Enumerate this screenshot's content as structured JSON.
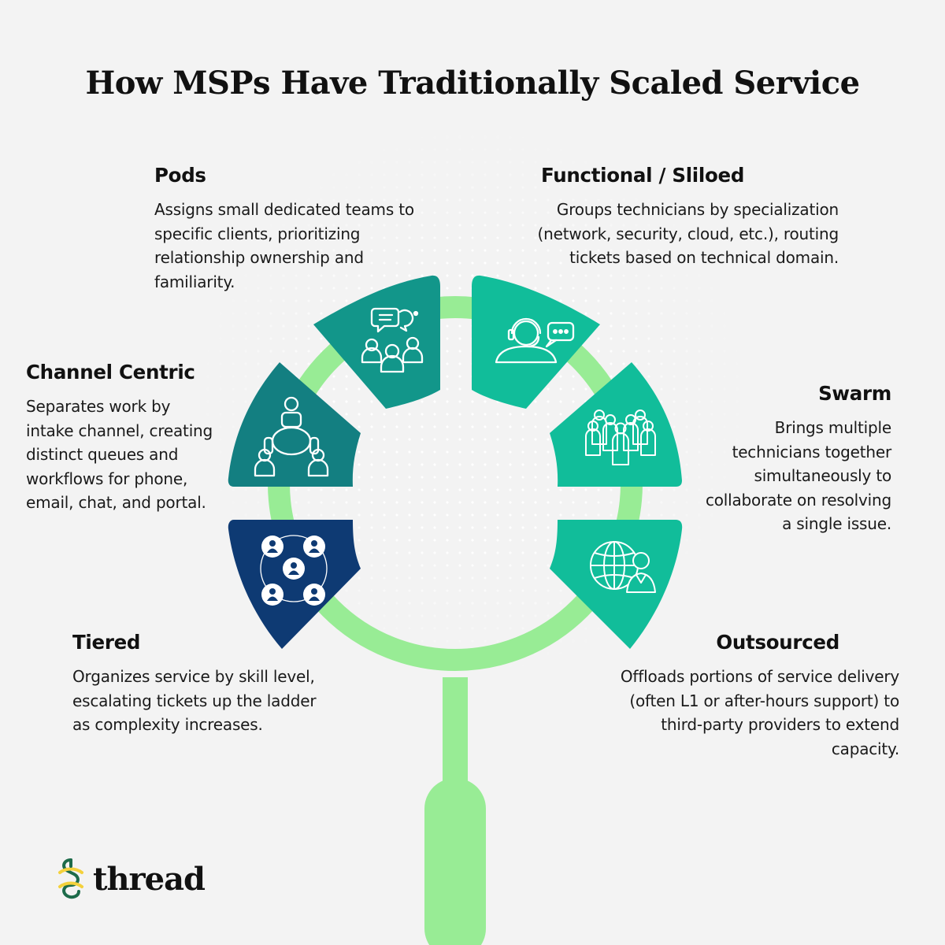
{
  "title": "How MSPs Have Traditionally Scaled Service",
  "colors": {
    "background": "#f3f3f3",
    "ring": "#98ec95",
    "pods": "#12968a",
    "channel_centric": "#137f81",
    "tiered": "#0e3a73",
    "functional": "#11bd9a",
    "swarm": "#11bd9a",
    "outsourced": "#11bd9a",
    "logo_green": "#1d6b4a",
    "logo_yellow": "#f4d13c"
  },
  "models": {
    "pods": {
      "name": "Pods",
      "description": "Assigns small dedicated teams to specific clients, prioritizing relationship ownership and familiarity.",
      "icon": "team-chat-icon"
    },
    "functional": {
      "name": "Functional / Sliloed",
      "description": "Groups technicians by specialization (network, security, cloud, etc.), routing tickets based on technical domain.",
      "icon": "headset-agent-icon"
    },
    "channel_centric": {
      "name": "Channel Centric",
      "description": "Separates work by intake channel, creating distinct queues and workflows for phone, email, chat, and portal.",
      "icon": "round-table-icon"
    },
    "swarm": {
      "name": "Swarm",
      "description": "Brings multiple technicians together simultaneously to collaborate on resolving a single issue.",
      "icon": "crowd-icon"
    },
    "tiered": {
      "name": "Tiered",
      "description": "Organizes service by skill level, escalating tickets up the ladder as complexity increases.",
      "icon": "network-people-icon"
    },
    "outsourced": {
      "name": "Outsourced",
      "description": "Offloads portions of service delivery (often L1 or after-hours support) to third-party providers to extend capacity.",
      "icon": "globe-person-icon"
    }
  },
  "logo": {
    "text": "thread",
    "icon": "thread-logo-icon"
  }
}
